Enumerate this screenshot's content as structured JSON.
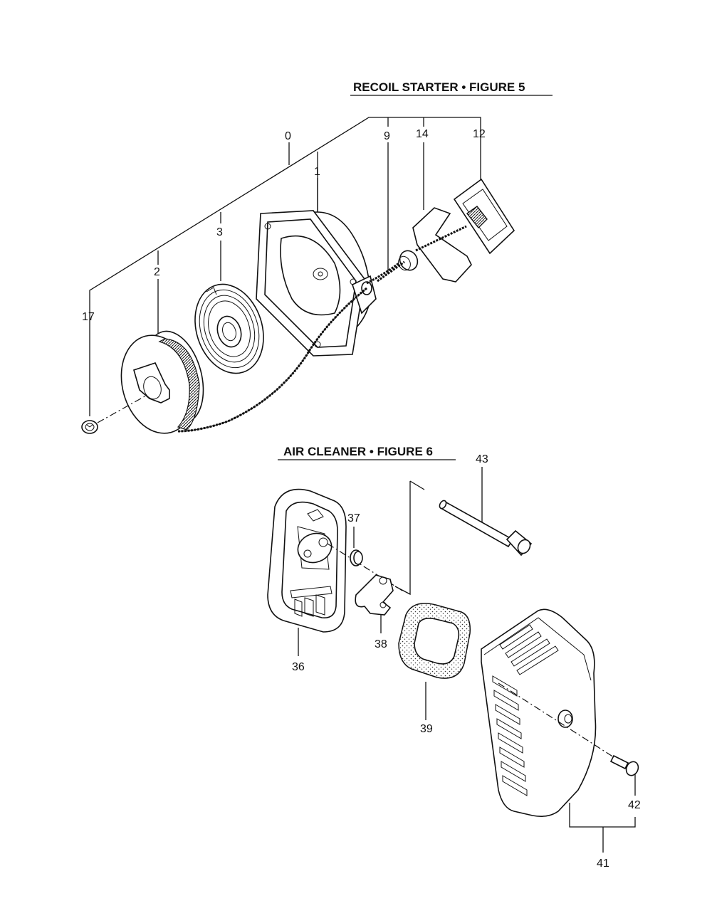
{
  "figures": {
    "recoil_starter": {
      "title": "RECOIL STARTER  •  FIGURE 5"
    },
    "air_cleaner": {
      "title": "AIR CLEANER  •  FIGURE 6"
    }
  },
  "callouts": {
    "p0": "0",
    "p1": "1",
    "p2": "2",
    "p3": "3",
    "p9": "9",
    "p12": "12",
    "p14": "14",
    "p17": "17",
    "p36": "36",
    "p37": "37",
    "p38": "38",
    "p39": "39",
    "p41": "41",
    "p42": "42",
    "p43": "43"
  }
}
